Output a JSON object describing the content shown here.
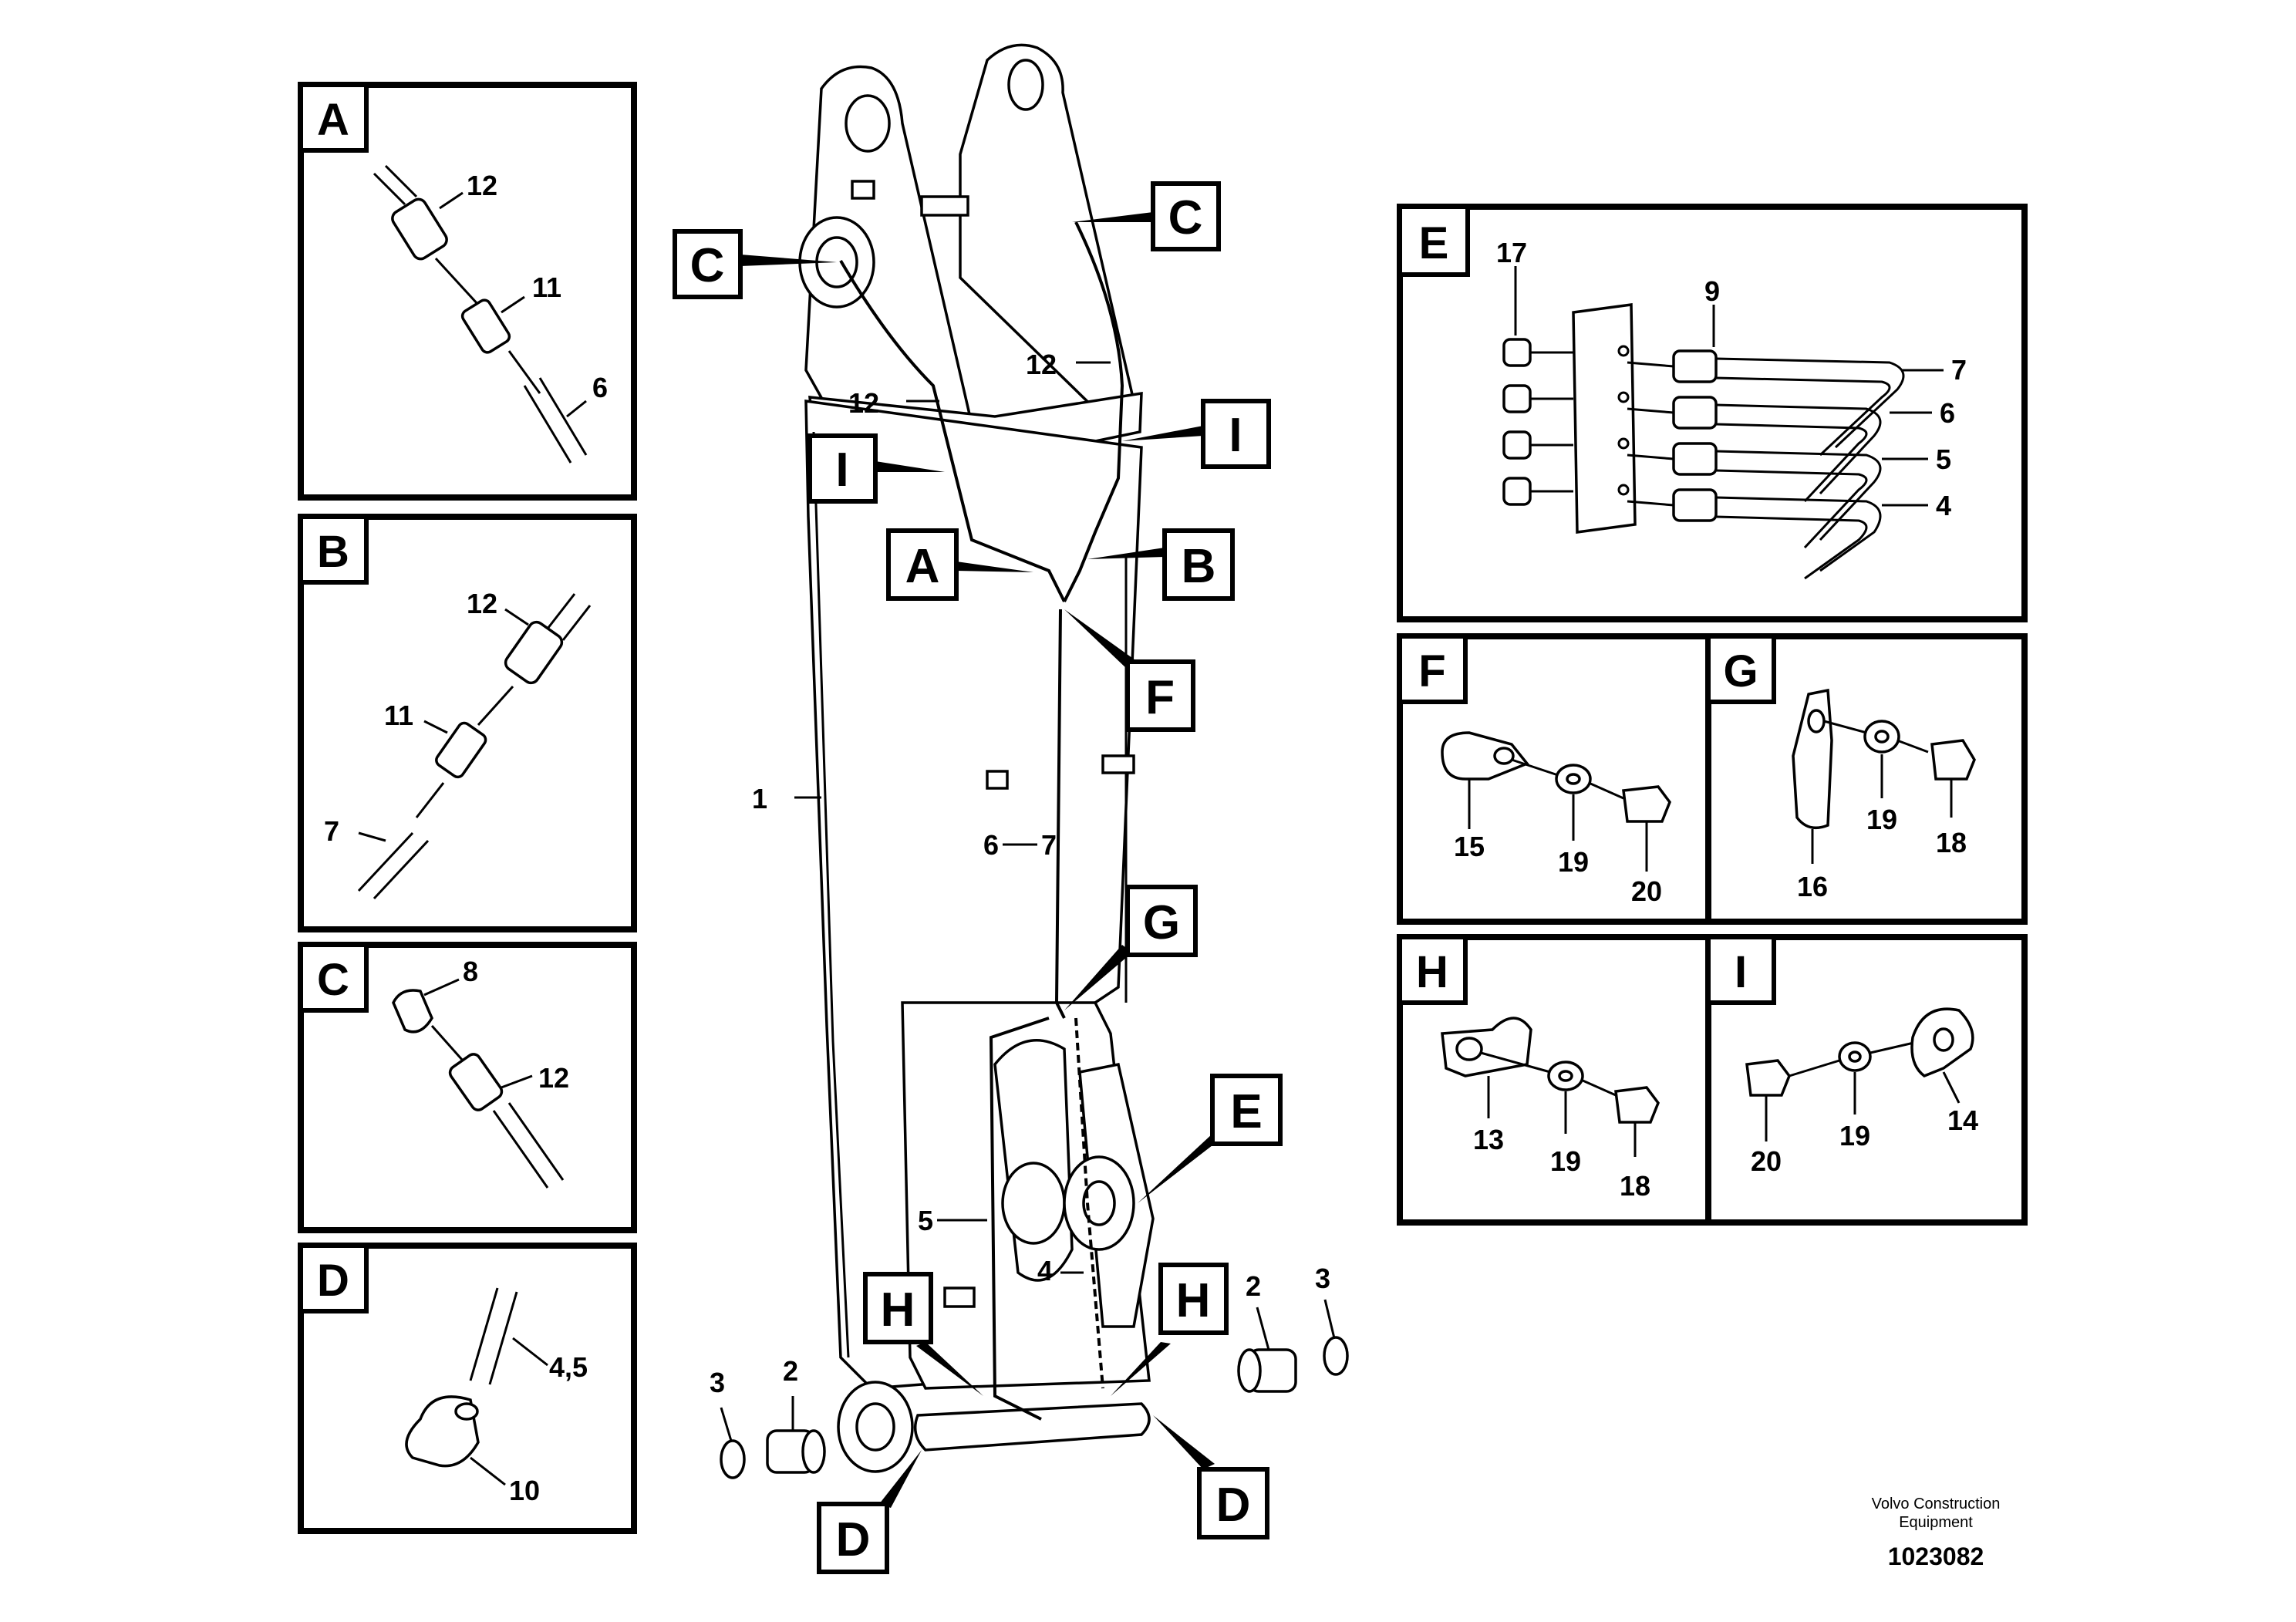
{
  "details": {
    "A": {
      "label": "A",
      "parts": [
        "12",
        "11",
        "6"
      ]
    },
    "B": {
      "label": "B",
      "parts": [
        "12",
        "11",
        "7"
      ]
    },
    "C": {
      "label": "C",
      "parts": [
        "8",
        "12"
      ]
    },
    "D": {
      "label": "D",
      "parts": [
        "4,5",
        "10"
      ]
    },
    "E": {
      "label": "E",
      "parts": [
        "17",
        "9",
        "7",
        "6",
        "5",
        "4"
      ]
    },
    "F": {
      "label": "F",
      "parts": [
        "15",
        "19",
        "20"
      ]
    },
    "G": {
      "label": "G",
      "parts": [
        "16",
        "19",
        "18"
      ]
    },
    "H": {
      "label": "H",
      "parts": [
        "13",
        "19",
        "18"
      ]
    },
    "I": {
      "label": "I",
      "parts": [
        "20",
        "19",
        "14"
      ]
    }
  },
  "callouts": [
    "C",
    "C",
    "I",
    "I",
    "A",
    "B",
    "F",
    "G",
    "E",
    "H",
    "H",
    "D",
    "D"
  ],
  "main_parts": [
    "12",
    "12",
    "12",
    "1",
    "6",
    "7",
    "5",
    "4",
    "2",
    "3",
    "2",
    "3"
  ],
  "footer": {
    "company_line1": "Volvo Construction",
    "company_line2": "Equipment",
    "doc_number": "1023082"
  }
}
